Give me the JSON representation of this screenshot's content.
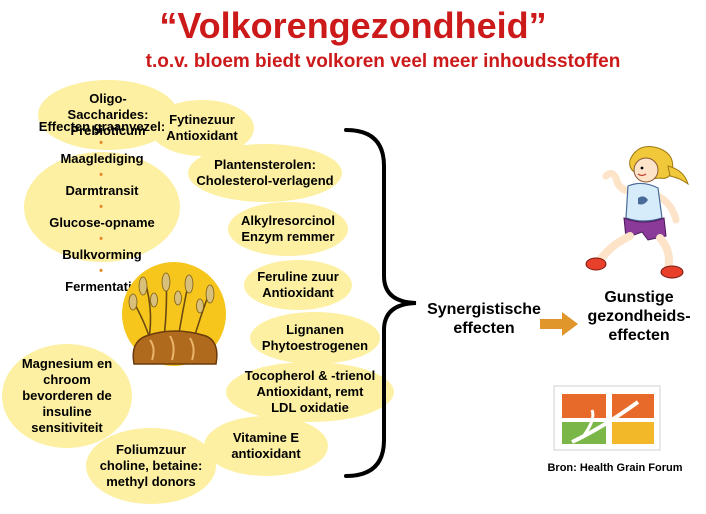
{
  "header": {
    "title": "“Volkorengezondheid”",
    "subtitle": "t.o.v. bloem biedt volkoren veel meer inhoudsstoffen"
  },
  "bubbles": {
    "oligo": [
      "Oligo-",
      "Saccharides:",
      "Prebioticum"
    ],
    "fytine": [
      "Fytinezuur",
      "Antioxidant"
    ],
    "fiber_title": "Effecten graanvezel:",
    "fiber_items": [
      "Maaglediging",
      "Darmtransit",
      "Glucose-opname",
      "Bulkvorming",
      "Fermentatie"
    ],
    "sterol": [
      "Plantensterolen:",
      "Cholesterol-verlagend"
    ],
    "alkyl": [
      "Alkylresorcinol",
      "Enzym remmer"
    ],
    "ferul": [
      "Feruline zuur",
      "Antioxidant"
    ],
    "lignan": [
      "Lignanen",
      "Phytoestrogenen"
    ],
    "toco": [
      "Tocopherol & -trienol",
      "Antioxidant, remt",
      "LDL oxidatie"
    ],
    "vitE": [
      "Vitamine E",
      "antioxidant"
    ],
    "magnesium": [
      "Magnesium en",
      "chroom",
      "bevorderen de",
      "insuline",
      "sensitiviteit"
    ],
    "folium": [
      "Foliumzuur",
      "choline, betaine:",
      "methyl donors"
    ]
  },
  "synergy": [
    "Synergistische",
    "effecten"
  ],
  "outcome": [
    "Gunstige",
    "gezondheids-",
    "effecten"
  ],
  "source": "Bron: Health Grain Forum",
  "colors": {
    "title": "#cc1a1a",
    "bubble": "#fdf0a2",
    "arrow": "#e0962a",
    "bullet": "#e68a2e"
  },
  "icons": [
    "wheat-bread-icon",
    "running-girl-icon",
    "health-grain-logo-icon"
  ]
}
